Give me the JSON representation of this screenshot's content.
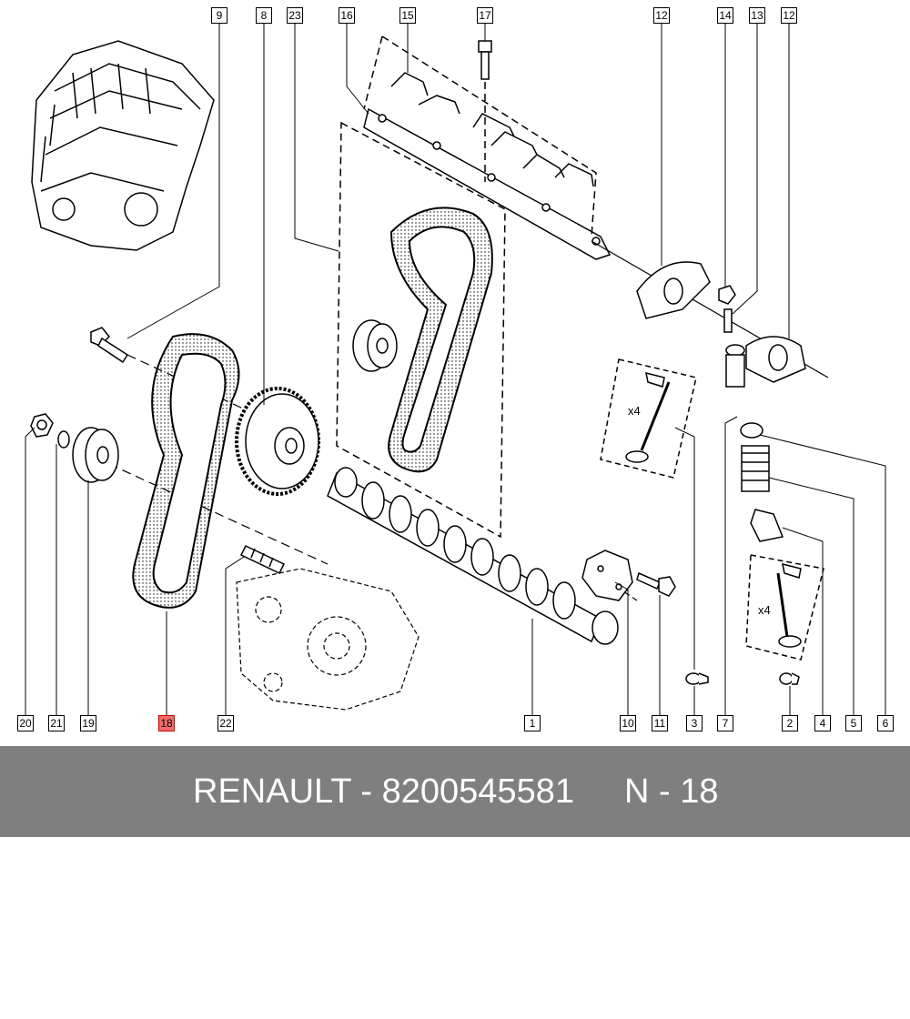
{
  "callouts": [
    {
      "id": "c9",
      "label": "9"
    },
    {
      "id": "c8",
      "label": "8"
    },
    {
      "id": "c23",
      "label": "23"
    },
    {
      "id": "c16",
      "label": "16"
    },
    {
      "id": "c15",
      "label": "15"
    },
    {
      "id": "c17",
      "label": "17"
    },
    {
      "id": "c12a",
      "label": "12"
    },
    {
      "id": "c14",
      "label": "14"
    },
    {
      "id": "c13",
      "label": "13"
    },
    {
      "id": "c12b",
      "label": "12"
    },
    {
      "id": "c20",
      "label": "20"
    },
    {
      "id": "c21",
      "label": "21"
    },
    {
      "id": "c19",
      "label": "19"
    },
    {
      "id": "c18",
      "label": "18",
      "highlighted": true
    },
    {
      "id": "c22",
      "label": "22"
    },
    {
      "id": "c1",
      "label": "1"
    },
    {
      "id": "c10",
      "label": "10"
    },
    {
      "id": "c11",
      "label": "11"
    },
    {
      "id": "c3",
      "label": "3"
    },
    {
      "id": "c7",
      "label": "7"
    },
    {
      "id": "c2",
      "label": "2"
    },
    {
      "id": "c4",
      "label": "4"
    },
    {
      "id": "c5",
      "label": "5"
    },
    {
      "id": "c6",
      "label": "6"
    }
  ],
  "quantity_labels": {
    "valves_intake": "x4",
    "valves_exhaust": "x4"
  },
  "footer": {
    "title": "RENAULT - 8200545581",
    "reference": "N - 18"
  },
  "colors": {
    "highlight": "#f26b6b",
    "footer_bg": "#7f7f7f"
  }
}
